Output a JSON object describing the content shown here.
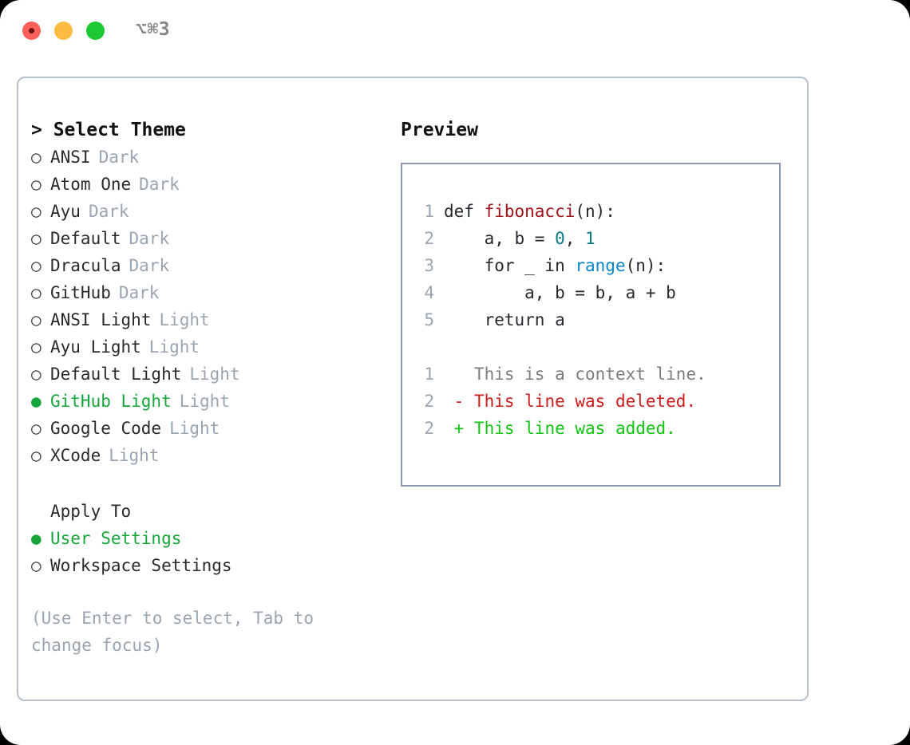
{
  "titlebar": {
    "shortcut": "⌥⌘3",
    "buttons": [
      "close",
      "minimize",
      "maximize"
    ]
  },
  "theme_panel": {
    "header": "> Select Theme",
    "options": [
      {
        "marker": "○",
        "label": "ANSI",
        "badge": "Dark",
        "selected": false
      },
      {
        "marker": "○",
        "label": "Atom One",
        "badge": "Dark",
        "selected": false
      },
      {
        "marker": "○",
        "label": "Ayu",
        "badge": "Dark",
        "selected": false
      },
      {
        "marker": "○",
        "label": "Default",
        "badge": "Dark",
        "selected": false
      },
      {
        "marker": "○",
        "label": "Dracula",
        "badge": "Dark",
        "selected": false
      },
      {
        "marker": "○",
        "label": "GitHub",
        "badge": "Dark",
        "selected": false
      },
      {
        "marker": "○",
        "label": "ANSI Light",
        "badge": "Light",
        "selected": false
      },
      {
        "marker": "○",
        "label": "Ayu Light",
        "badge": "Light",
        "selected": false
      },
      {
        "marker": "○",
        "label": "Default Light",
        "badge": "Light",
        "selected": false
      },
      {
        "marker": "●",
        "label": "GitHub Light",
        "badge": "Light",
        "selected": true
      },
      {
        "marker": "○",
        "label": "Google Code",
        "badge": "Light",
        "selected": false
      },
      {
        "marker": "○",
        "label": "XCode",
        "badge": "Light",
        "selected": false
      }
    ],
    "apply_to": {
      "header": "Apply To",
      "options": [
        {
          "marker": "●",
          "label": "User Settings",
          "selected": true
        },
        {
          "marker": "○",
          "label": "Workspace Settings",
          "selected": false
        }
      ]
    },
    "hint": "(Use Enter to select, Tab to change focus)"
  },
  "preview_panel": {
    "header": "Preview",
    "code_lines": [
      {
        "num": "1",
        "segments": [
          {
            "text": "def ",
            "style": "plain"
          },
          {
            "text": "fibonacci",
            "style": "fn"
          },
          {
            "text": "(n):",
            "style": "plain"
          }
        ]
      },
      {
        "num": "2",
        "segments": [
          {
            "text": "    a, b = ",
            "style": "plain"
          },
          {
            "text": "0",
            "style": "num"
          },
          {
            "text": ", ",
            "style": "plain"
          },
          {
            "text": "1",
            "style": "num"
          }
        ]
      },
      {
        "num": "3",
        "segments": [
          {
            "text": "    for _ in ",
            "style": "plain"
          },
          {
            "text": "range",
            "style": "call"
          },
          {
            "text": "(n):",
            "style": "plain"
          }
        ]
      },
      {
        "num": "4",
        "segments": [
          {
            "text": "        a, b = b, a + b",
            "style": "plain"
          }
        ]
      },
      {
        "num": "5",
        "segments": [
          {
            "text": "    return a",
            "style": "plain"
          }
        ]
      }
    ],
    "diff_lines": [
      {
        "num": "1",
        "marker": " ",
        "text": " This is a context line.",
        "kind": "ctx"
      },
      {
        "num": "2",
        "marker": "-",
        "text": " This line was deleted.",
        "kind": "del"
      },
      {
        "num": "2",
        "marker": "+",
        "text": " This line was added.",
        "kind": "add"
      }
    ]
  },
  "colors": {
    "accent_green": "#16a63c",
    "badge_gray": "#9aa5b1",
    "panel_border": "#b7c0cc",
    "code_border": "#8d9aad",
    "diff_add": "#12c412",
    "diff_del": "#cc1b1b",
    "syntax_fn": "#a01219",
    "syntax_num": "#0b7b86",
    "syntax_call": "#0b85c8"
  }
}
